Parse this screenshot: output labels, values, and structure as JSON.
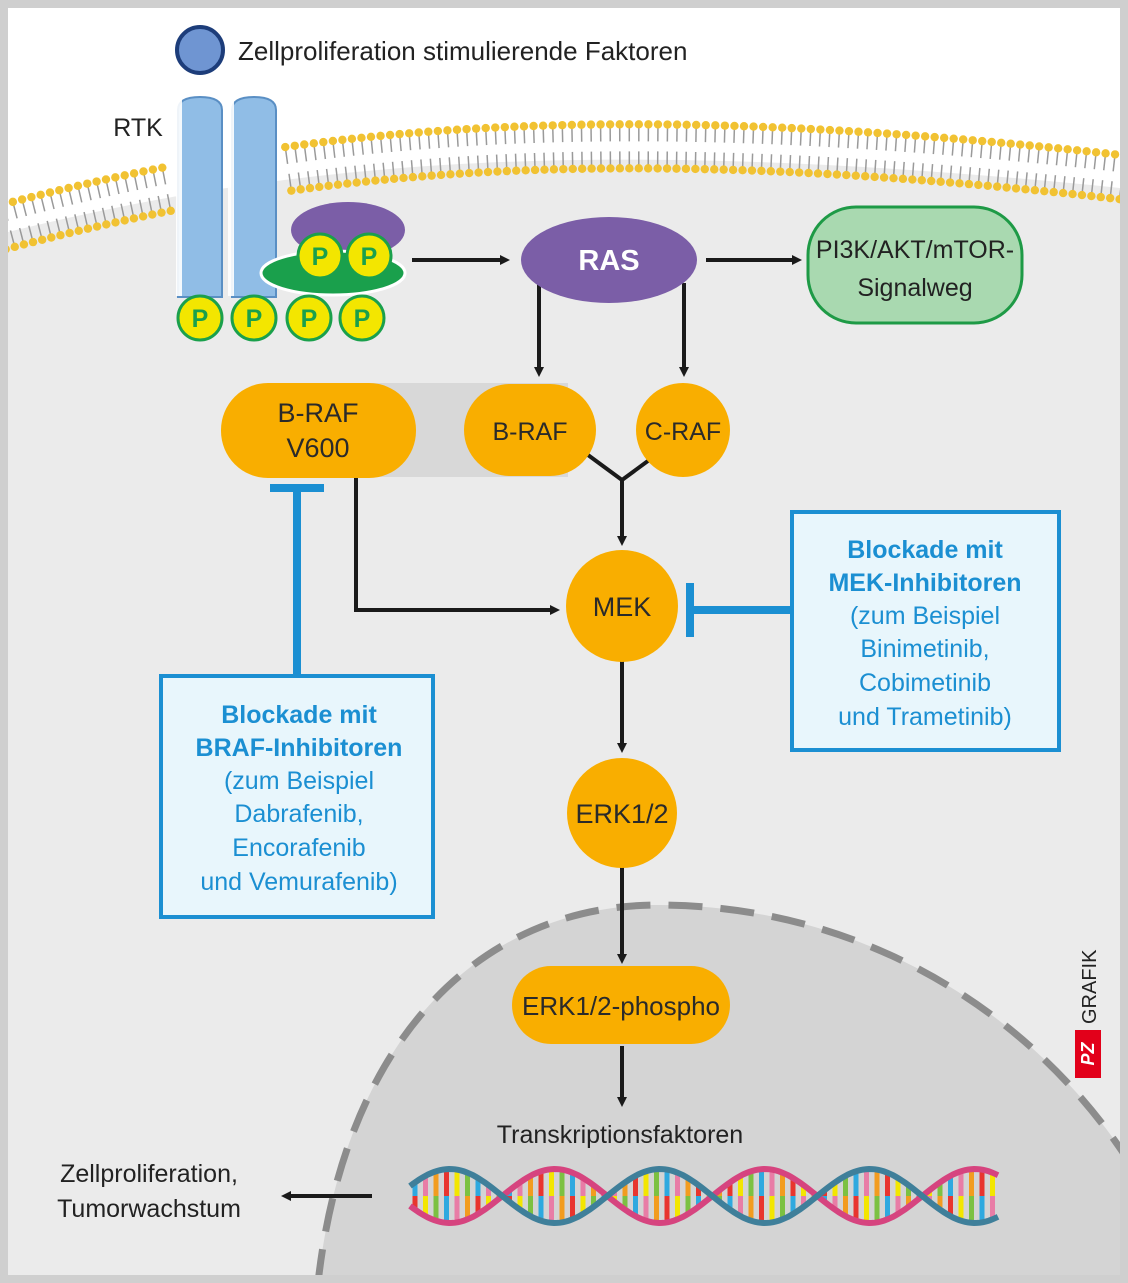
{
  "labels": {
    "factors": "Zellproliferation stimulierende Faktoren",
    "rtk": "RTK",
    "p": "P",
    "transcription": "Transkriptionsfaktoren",
    "result_line1": "Zellproliferation,",
    "result_line2": "Tumorwachstum"
  },
  "nodes": {
    "ras": "RAS",
    "pi3k_line1": "PI3K/AKT/mTOR-",
    "pi3k_line2": "Signalweg",
    "braf_v600_line1": "B-RAF",
    "braf_v600_line2": "V600",
    "braf": "B-RAF",
    "craf": "C-RAF",
    "mek": "MEK",
    "erk": "ERK1/2",
    "erk_phospho": "ERK1/2-phospho"
  },
  "braf_box": {
    "line1": "Blockade mit",
    "line2": "BRAF-Inhibitoren",
    "line3": "(zum Beispiel",
    "line4": "Dabrafenib,",
    "line5": "Encorafenib",
    "line6": "und Vemurafenib)"
  },
  "mek_box": {
    "line1": "Blockade mit",
    "line2": "MEK-Inhibitoren",
    "line3": "(zum Beispiel",
    "line4": "Binimetinib,",
    "line5": "Cobimetinib",
    "line6": "und Trametinib)"
  },
  "credit": {
    "logo": "PZ",
    "text": "GRAFIK"
  },
  "colors": {
    "cytoplasm": "#ebebeb",
    "nucleus": "#d4d4d4",
    "node_orange": "#f9ae00",
    "ras_purple": "#7b5ea7",
    "pi3k_green": "#a9d9b0",
    "pi3k_border": "#1e9a46",
    "inhibitor_blue": "#1b8fd2",
    "box_fill": "#e8f6fc",
    "rtk_blue": "#90bde6",
    "phospho_yellow": "#f3e600",
    "pz_red": "#e2001a"
  }
}
